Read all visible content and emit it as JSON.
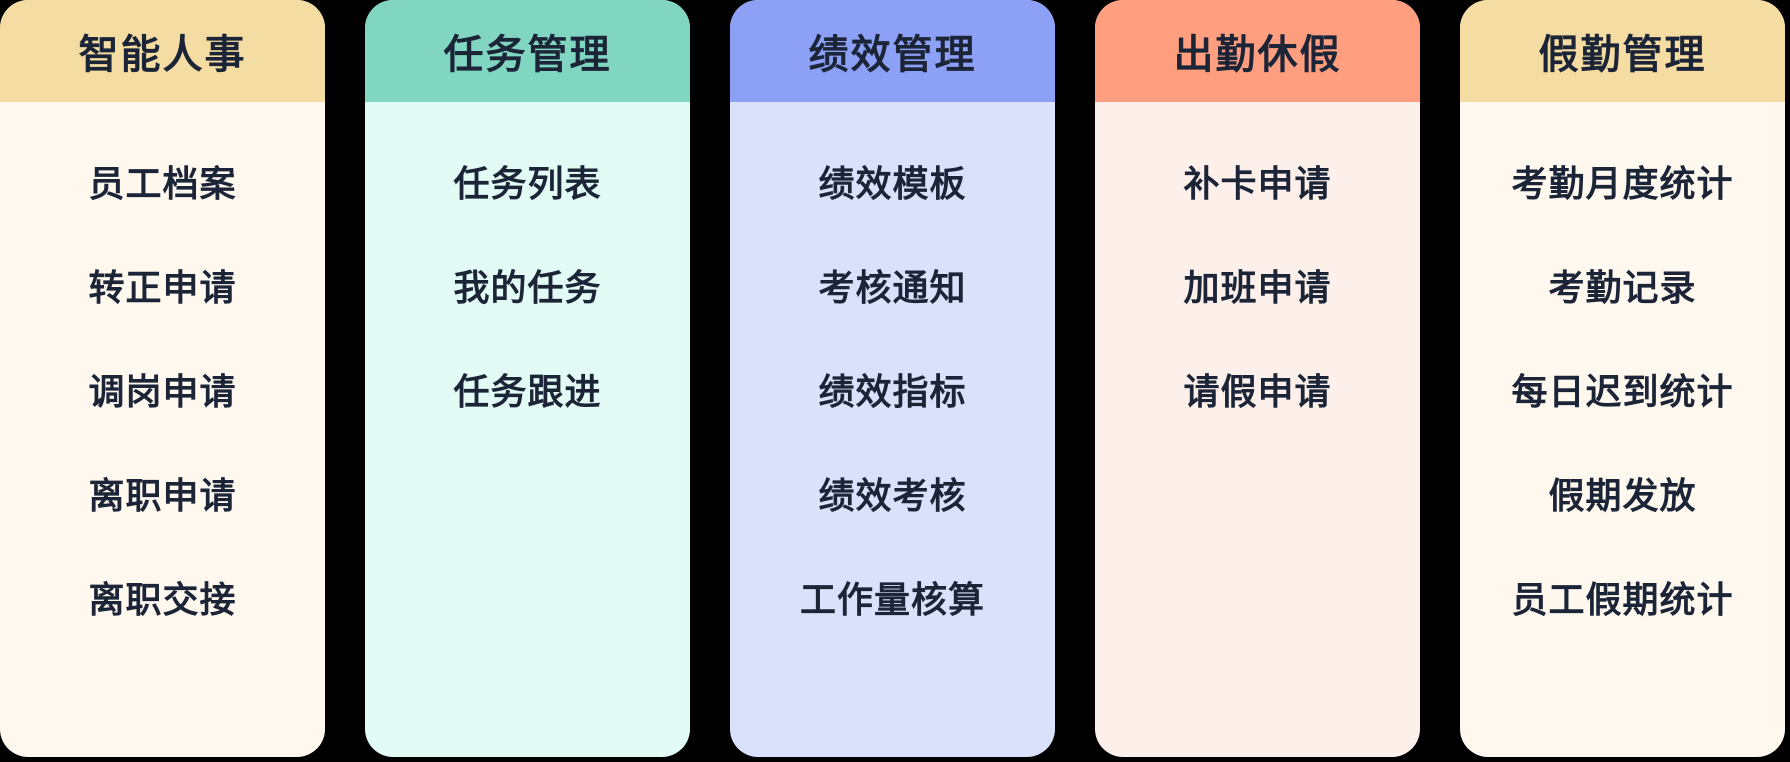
{
  "page": {
    "background_color": "#000000",
    "text_color": "#1B2537"
  },
  "columns": [
    {
      "title": "智能人事",
      "header_color": "#F5DCA2",
      "body_color": "#FEF8EF",
      "items": [
        "员工档案",
        "转正申请",
        "调岗申请",
        "离职申请",
        "离职交接"
      ]
    },
    {
      "title": "任务管理",
      "header_color": "#80D6C0",
      "body_color": "#E2FBF4",
      "items": [
        "任务列表",
        "我的任务",
        "任务跟进"
      ]
    },
    {
      "title": "绩效管理",
      "header_color": "#8CA0F5",
      "body_color": "#DAE1FB",
      "items": [
        "绩效模板",
        "考核通知",
        "绩效指标",
        "绩效考核",
        "工作量核算"
      ]
    },
    {
      "title": "出勤休假",
      "header_color": "#FF9F80",
      "body_color": "#FDEFE9",
      "items": [
        "补卡申请",
        "加班申请",
        "请假申请"
      ]
    },
    {
      "title": "假勤管理",
      "header_color": "#F5DCA2",
      "body_color": "#FEF8EF",
      "items": [
        "考勤月度统计",
        "考勤记录",
        "每日迟到统计",
        "假期发放",
        "员工假期统计"
      ]
    }
  ]
}
